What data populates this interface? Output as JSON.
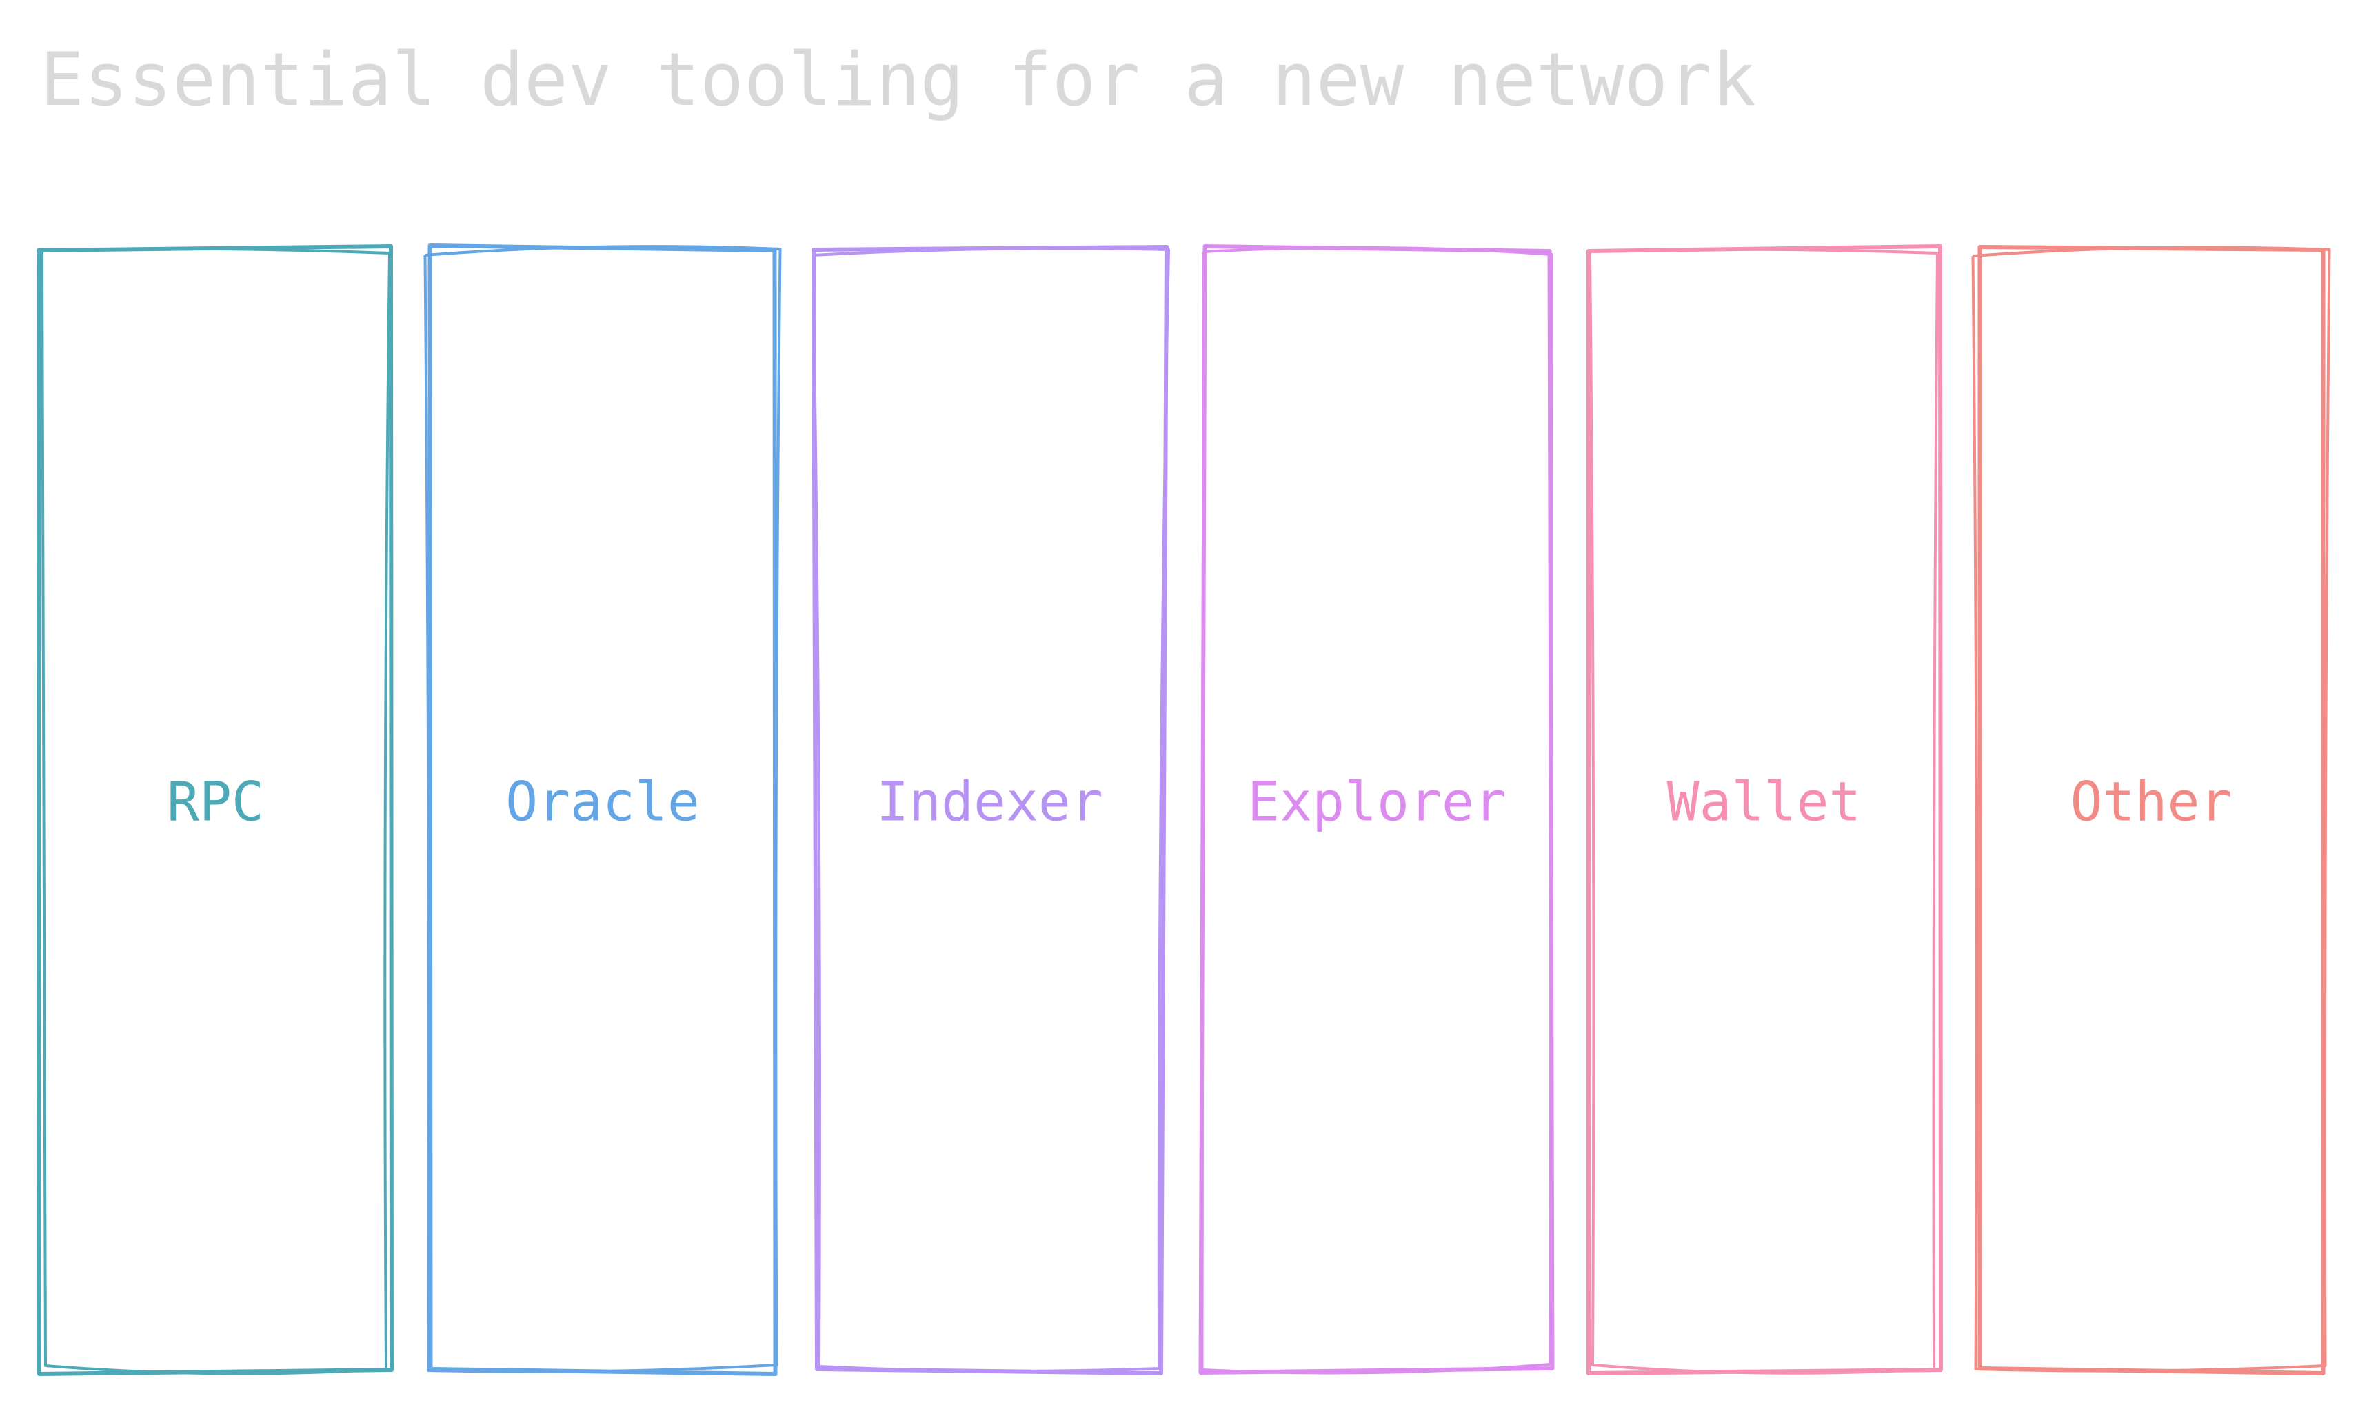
{
  "title": {
    "text": "Essential dev tooling for a new network",
    "color": "#d9d9d9"
  },
  "columns": [
    {
      "label": "RPC",
      "color": "#4ea9b6"
    },
    {
      "label": "Oracle",
      "color": "#64a5e5"
    },
    {
      "label": "Indexer",
      "color": "#b794f3"
    },
    {
      "label": "Explorer",
      "color": "#dc8cee"
    },
    {
      "label": "Wallet",
      "color": "#f590b4"
    },
    {
      "label": "Other",
      "color": "#f28a86"
    }
  ]
}
